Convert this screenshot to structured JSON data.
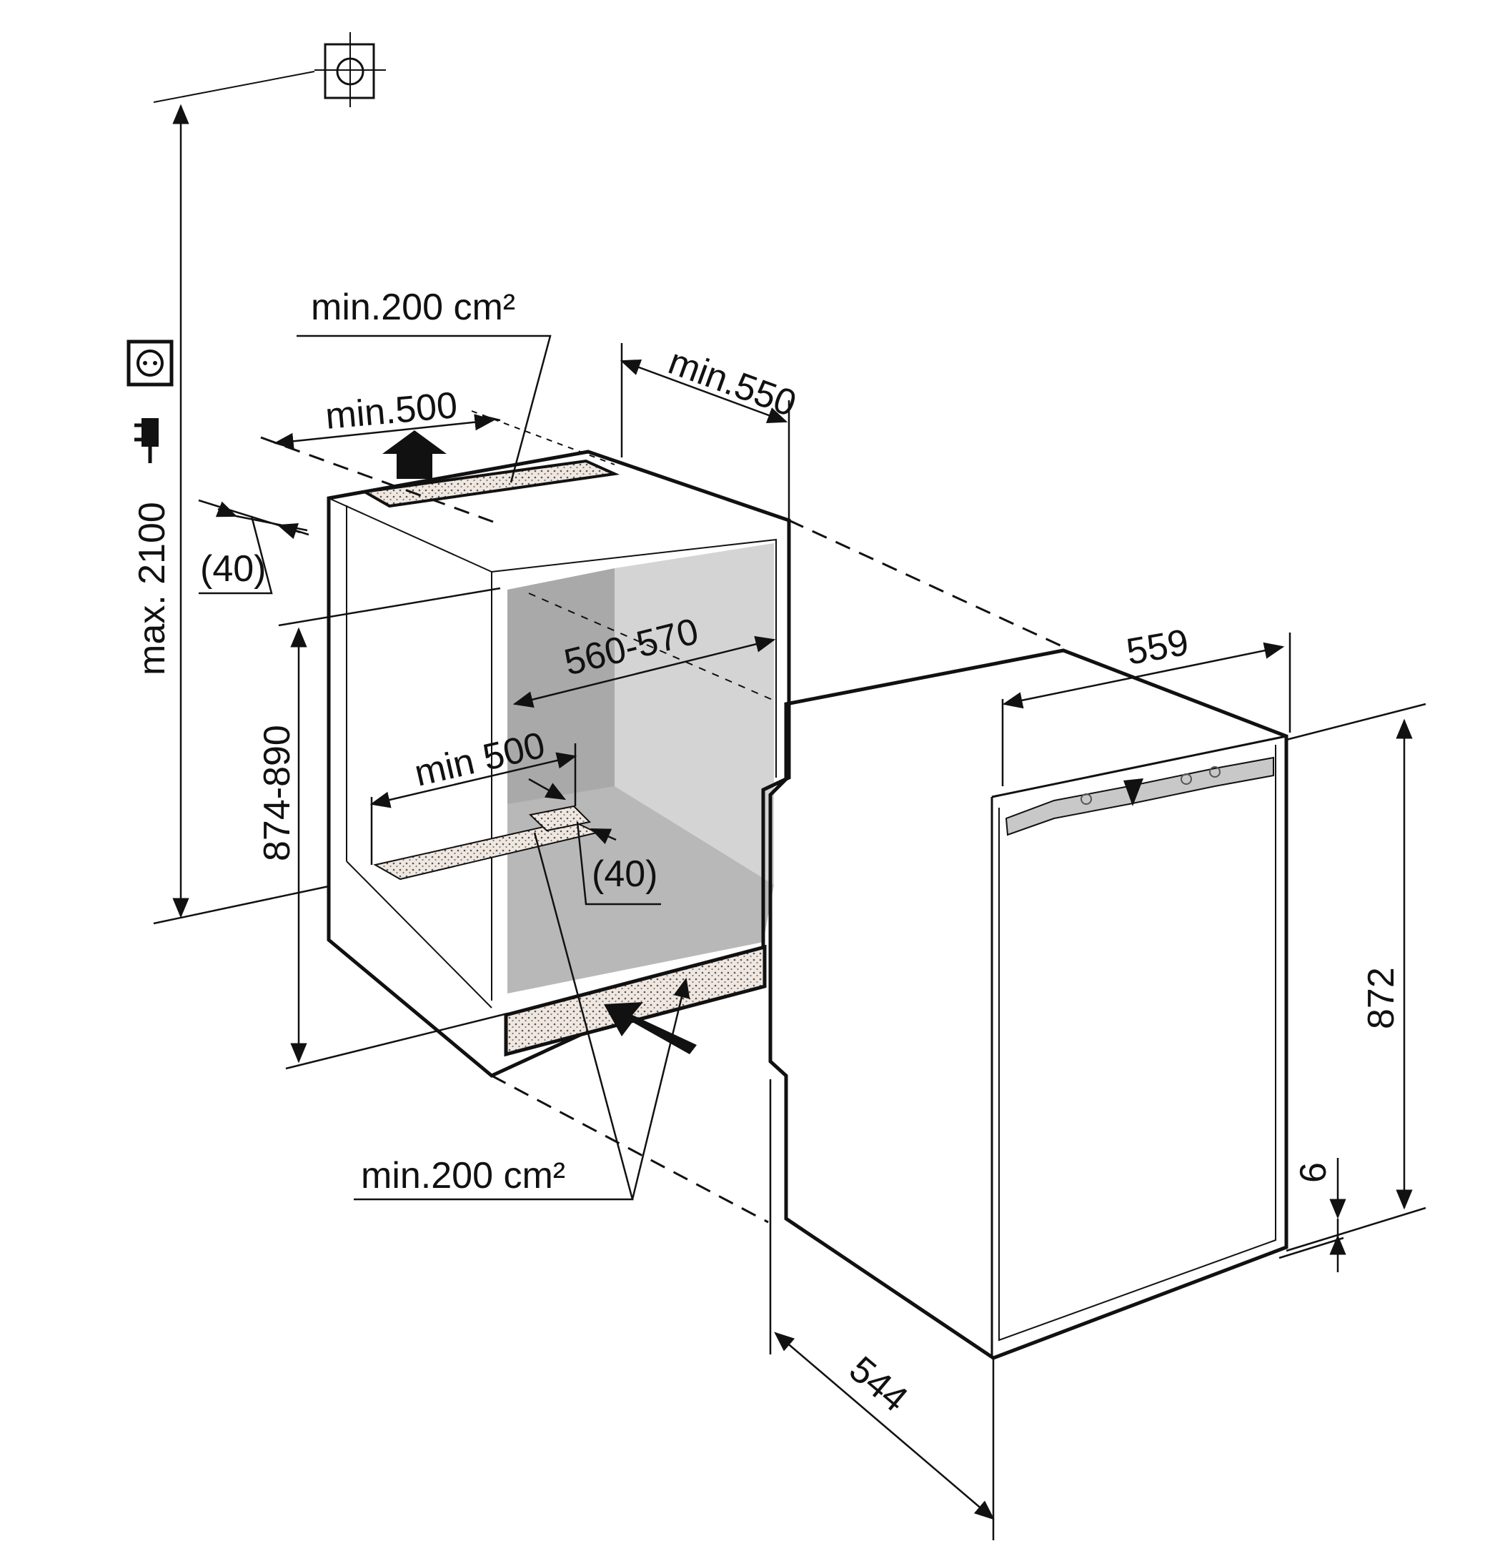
{
  "diagram": {
    "ventilation_top": "min.200 cm²",
    "ventilation_bottom": "min.200 cm²",
    "depth_niche": "min.550",
    "top_opening": "min.500",
    "bottom_opening": "min 500",
    "rear_gap_top": "(40)",
    "rear_gap_bottom": "(40)",
    "niche_width": "560-570",
    "niche_height": "874-890",
    "max_height": "max. 2100",
    "appliance_width": "559",
    "appliance_height": "872",
    "base_gap": "6",
    "appliance_depth": "544"
  },
  "colors": {
    "line": "#111111",
    "niche_interior_dark": "#a9a9a9",
    "niche_interior_light": "#d4d4d4",
    "vent_fill": "#efe7e0",
    "control_panel": "#c8c8c8"
  },
  "icons": [
    "socket-outlet-icon",
    "power-plug-icon",
    "water-connection-icon"
  ]
}
